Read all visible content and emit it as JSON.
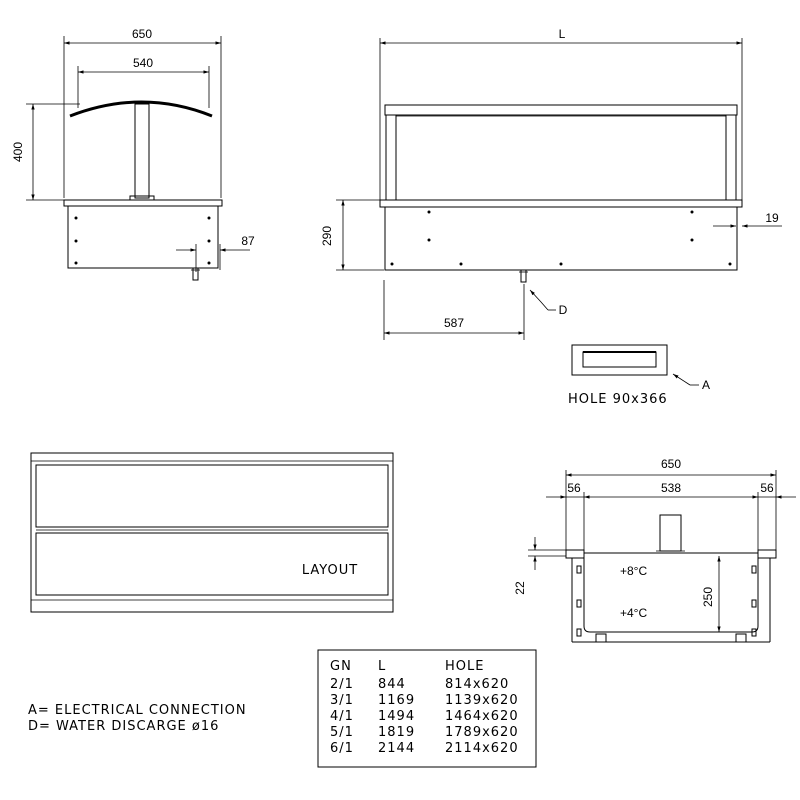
{
  "side_view": {
    "dim_width": "650",
    "dim_glass": "540",
    "dim_height": "400",
    "dim_offset": "87"
  },
  "front_view": {
    "dim_length": "L",
    "dim_height": "290",
    "dim_edge": "19",
    "dim_drain": "587",
    "label_d": "D"
  },
  "hole_detail": {
    "caption": "HOLE 90x366",
    "label_a": "A"
  },
  "plan_view": {
    "label": "LAYOUT"
  },
  "section_view": {
    "dim_total": "650",
    "dim_left": "56",
    "dim_mid": "538",
    "dim_right": "56",
    "dim_rim": "22",
    "dim_depth": "250",
    "temp_top": "+8°C",
    "temp_bottom": "+4°C"
  },
  "legend": {
    "line_a": "A= ELECTRICAL CONNECTION",
    "line_d": "D= WATER DISCARGE ø16"
  },
  "table": {
    "headers": [
      "GN",
      "L",
      "HOLE"
    ],
    "rows": [
      [
        "2/1",
        "844",
        "814x620"
      ],
      [
        "3/1",
        "1169",
        "1139x620"
      ],
      [
        "4/1",
        "1494",
        "1464x620"
      ],
      [
        "5/1",
        "1819",
        "1789x620"
      ],
      [
        "6/1",
        "2144",
        "2114x620"
      ]
    ]
  }
}
